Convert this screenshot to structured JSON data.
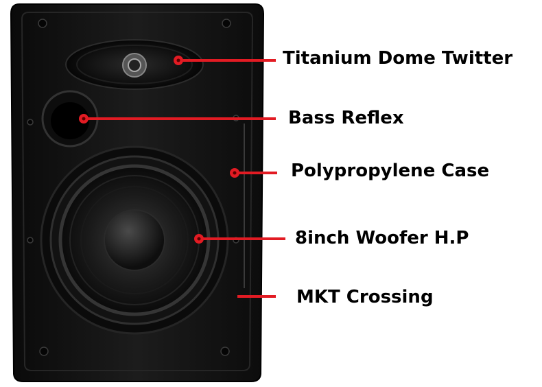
{
  "colors": {
    "callout": "#e21b23",
    "speaker_body": "#141414",
    "label_text": "#000000"
  },
  "callouts": [
    {
      "label": "Titanium Dome Twitter"
    },
    {
      "label": "Bass Reflex"
    },
    {
      "label": "Polypropylene Case"
    },
    {
      "label": "8inch Woofer H.P"
    },
    {
      "label": "MKT Crossing"
    }
  ]
}
